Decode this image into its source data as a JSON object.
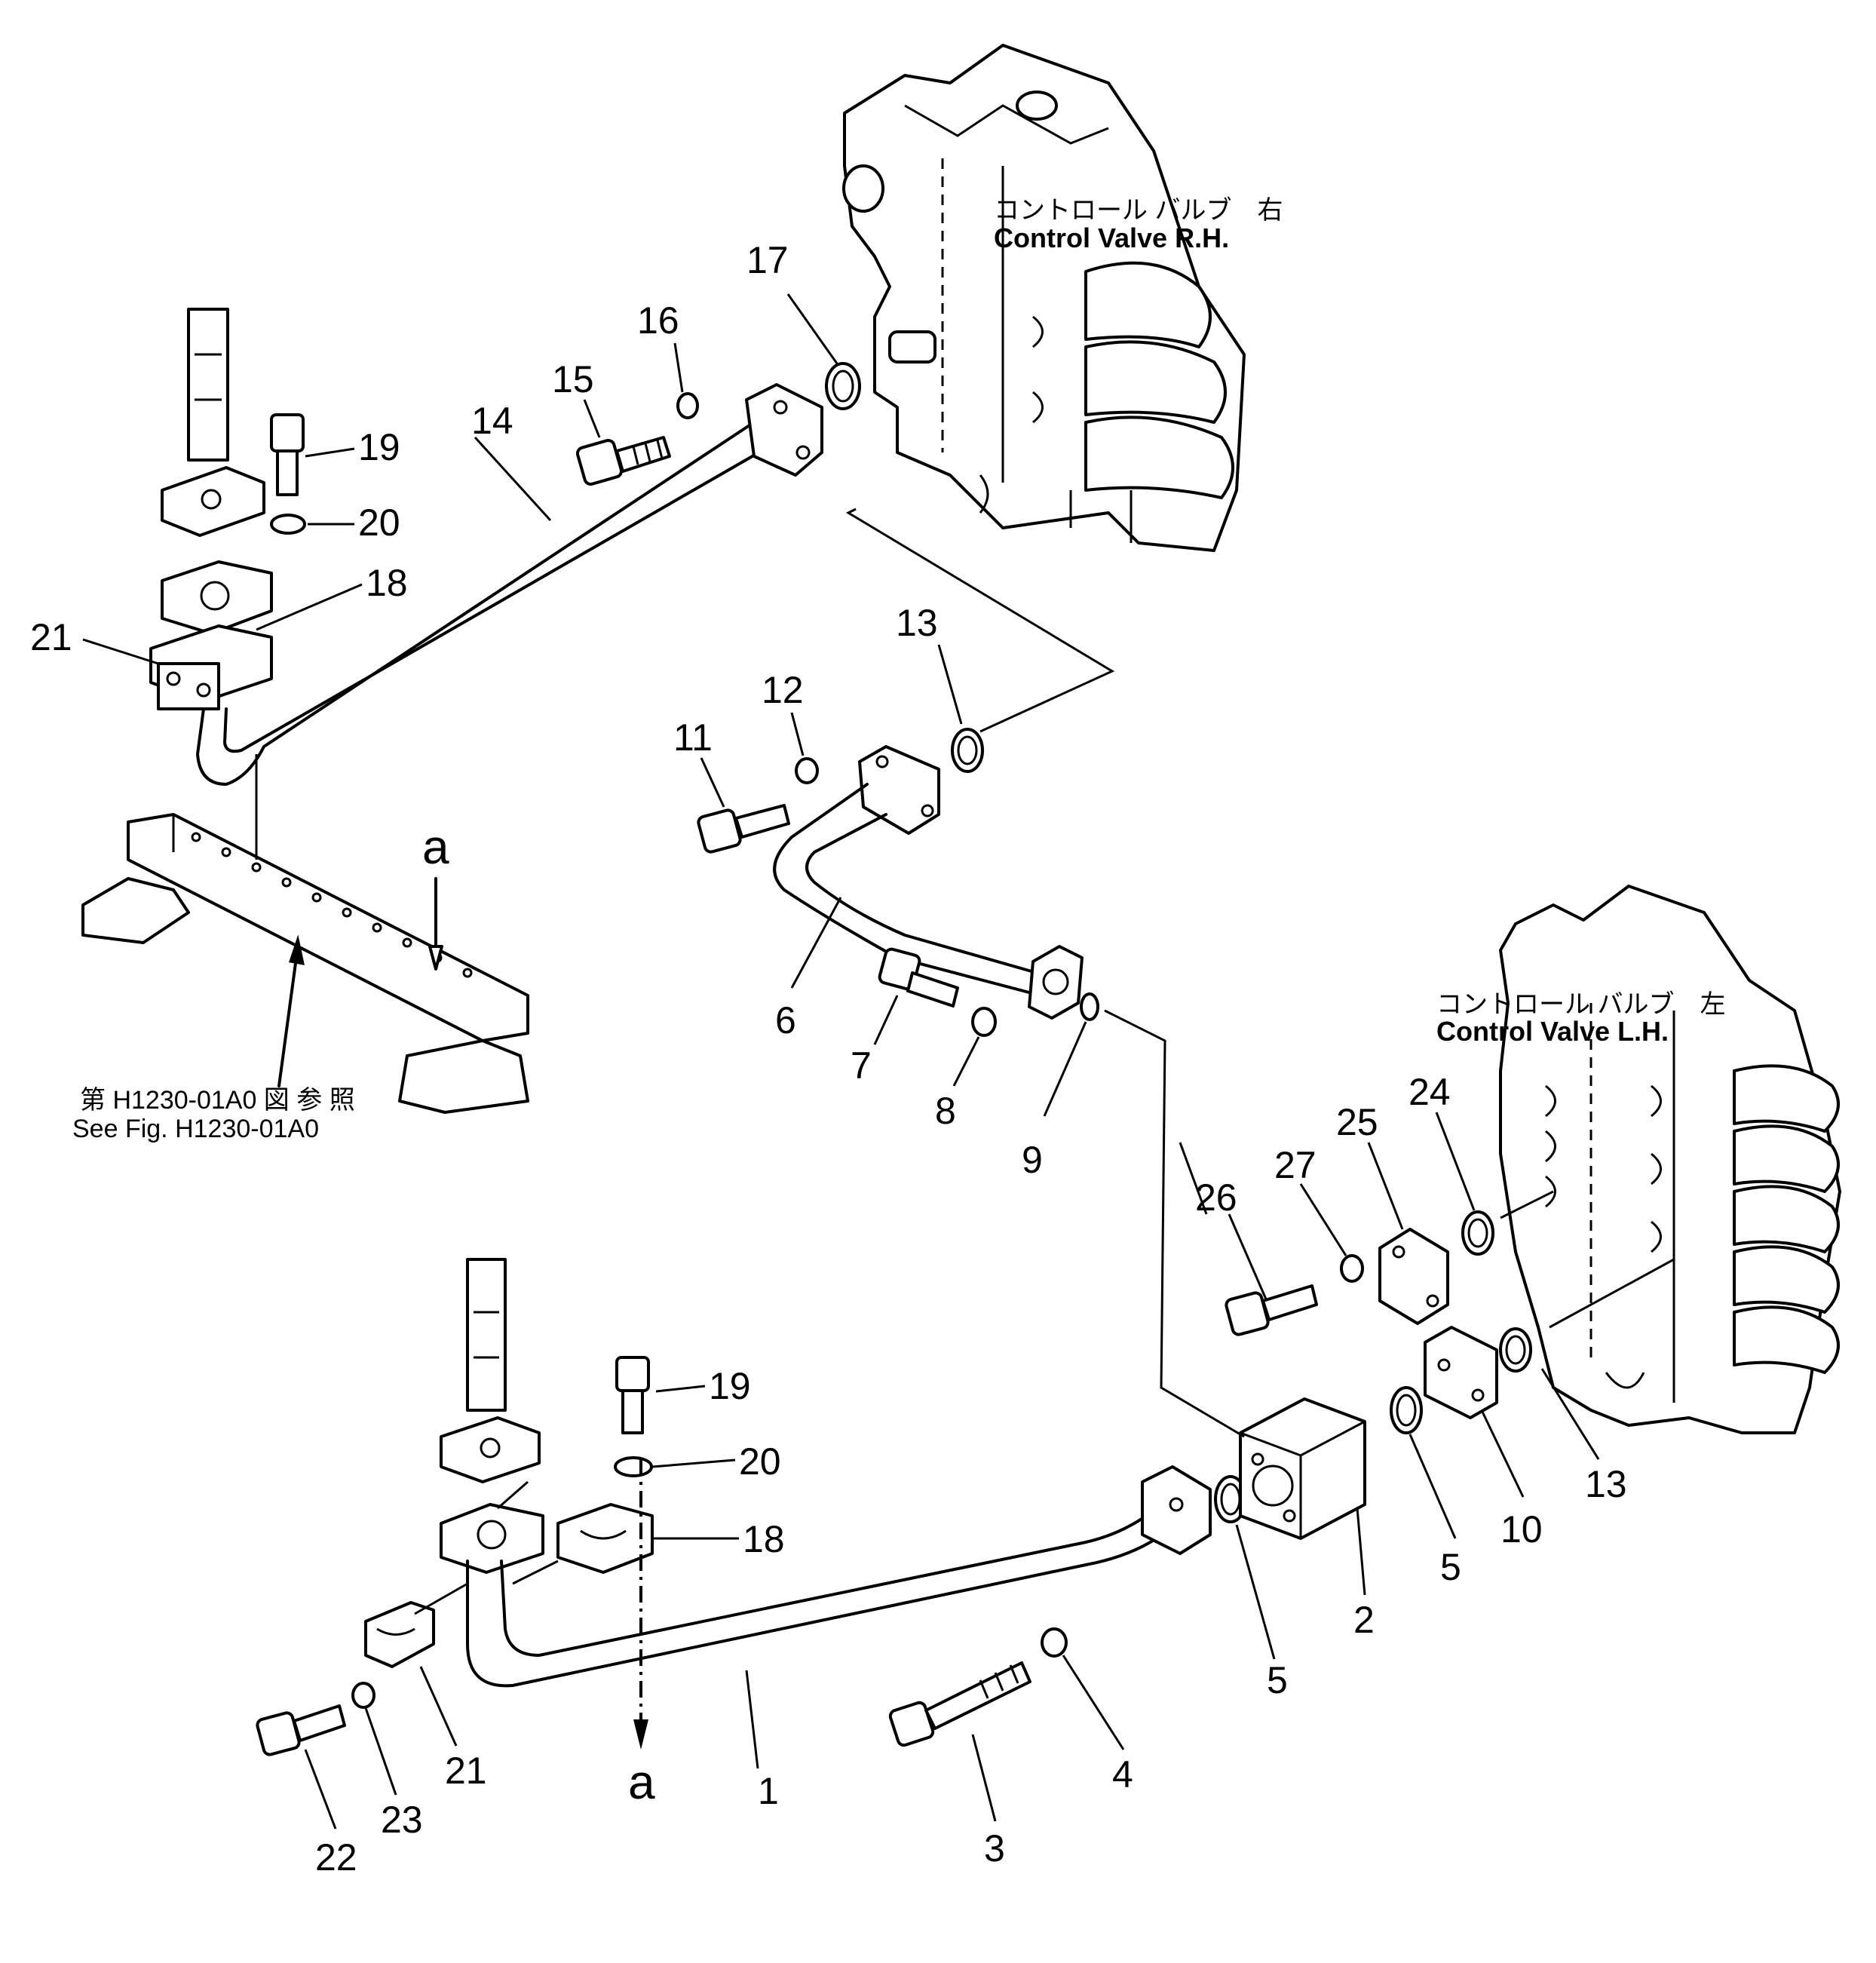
{
  "labels": {
    "control_valve_rh_jp": "コントロール バルブ　右",
    "control_valve_rh_en": "Control Valve R.H.",
    "control_valve_lh_jp": "コントロール バルブ　左",
    "control_valve_lh_en": "Control Valve L.H.",
    "see_fig_jp": "第 H1230-01A0 図 参 照",
    "see_fig_en": "See Fig. H1230-01A0",
    "view_a_top": "a",
    "view_a_bottom": "a"
  },
  "callouts": {
    "p1": "1",
    "p2": "2",
    "p3": "3",
    "p4": "4",
    "p5a": "5",
    "p5b": "5",
    "p6": "6",
    "p7": "7",
    "p8": "8",
    "p9": "9",
    "p10": "10",
    "p11": "11",
    "p12": "12",
    "p13a": "13",
    "p13b": "13",
    "p14": "14",
    "p15": "15",
    "p16": "16",
    "p17": "17",
    "p18a": "18",
    "p18b": "18",
    "p19a": "19",
    "p19b": "19",
    "p20a": "20",
    "p20b": "20",
    "p21a": "21",
    "p21b": "21",
    "p22": "22",
    "p23": "23",
    "p24": "24",
    "p25": "25",
    "p26": "26",
    "p27": "27"
  }
}
